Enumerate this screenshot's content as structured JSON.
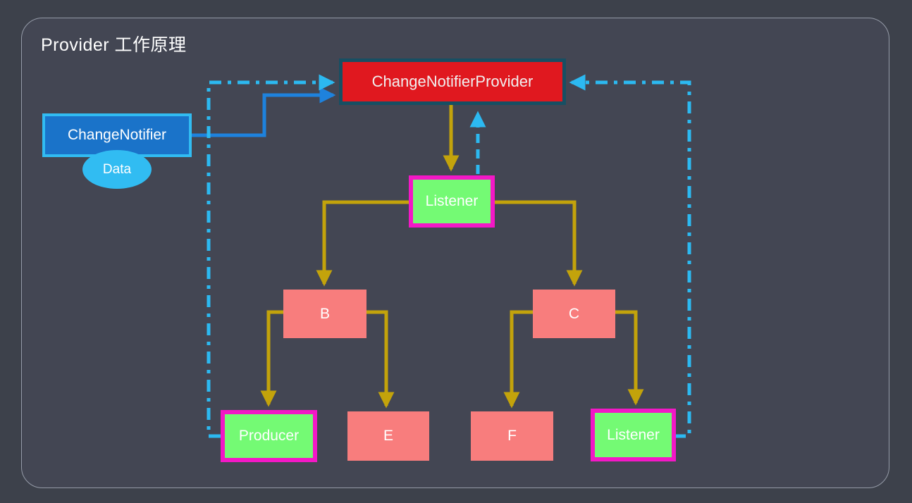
{
  "slide": {
    "title": "Provider 工作原理"
  },
  "colors": {
    "background": "#3d414b",
    "slide_background": "#444754",
    "slide_border": "#9aa0ad",
    "text": "#ffffff",
    "provider_fill": "#e0181f",
    "provider_border": "#174f63",
    "notifier_fill": "#1a73c9",
    "notifier_border": "#31bcf2",
    "data_fill": "#31bcf2",
    "listener_fill": "#74fa74",
    "listener_border": "#f318c6",
    "plain_node_fill": "#f87d7d",
    "tree_edge": "#c3a30b",
    "notify_edge": "#1e82dd",
    "read_edge": "#2cb9f1"
  },
  "nodes": {
    "change_notifier_provider": "ChangeNotifierProvider",
    "change_notifier": "ChangeNotifier",
    "data": "Data",
    "listener_top": "Listener",
    "b": "B",
    "c": "C",
    "producer": "Producer",
    "e": "E",
    "f": "F",
    "listener_bottom": "Listener"
  },
  "edges": [
    {
      "from": "change_notifier",
      "to": "change_notifier_provider",
      "style": "solid-blue"
    },
    {
      "from": "change_notifier_provider",
      "to": "listener_top",
      "style": "solid-yellow"
    },
    {
      "from": "listener_top",
      "to": "change_notifier_provider",
      "style": "dashed-cyan"
    },
    {
      "from": "listener_top",
      "to": "b",
      "style": "solid-yellow"
    },
    {
      "from": "listener_top",
      "to": "c",
      "style": "solid-yellow"
    },
    {
      "from": "b",
      "to": "producer",
      "style": "solid-yellow"
    },
    {
      "from": "b",
      "to": "e",
      "style": "solid-yellow"
    },
    {
      "from": "c",
      "to": "f",
      "style": "solid-yellow"
    },
    {
      "from": "c",
      "to": "listener_bottom",
      "style": "solid-yellow"
    },
    {
      "from": "producer",
      "to": "change_notifier_provider",
      "style": "dashdot-cyan"
    },
    {
      "from": "listener_bottom",
      "to": "change_notifier_provider",
      "style": "dashdot-cyan"
    }
  ]
}
